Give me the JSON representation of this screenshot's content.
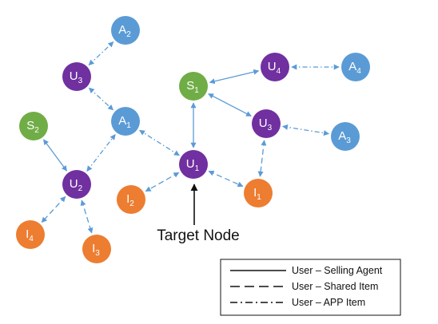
{
  "colors": {
    "user": "#7030a0",
    "agent": "#70ad47",
    "item": "#ed7d31",
    "app": "#5b9bd5",
    "edge": "#5b9bd5"
  },
  "nodes": [
    {
      "id": "A2a",
      "type": "app",
      "letter": "A",
      "sub": "2"
    },
    {
      "id": "U3a",
      "type": "user",
      "letter": "U",
      "sub": "3"
    },
    {
      "id": "A1",
      "type": "app",
      "letter": "A",
      "sub": "1"
    },
    {
      "id": "S2",
      "type": "agent",
      "letter": "S",
      "sub": "2"
    },
    {
      "id": "U2",
      "type": "user",
      "letter": "U",
      "sub": "2"
    },
    {
      "id": "I4",
      "type": "item",
      "letter": "I",
      "sub": "4"
    },
    {
      "id": "I3",
      "type": "item",
      "letter": "I",
      "sub": "3"
    },
    {
      "id": "I2",
      "type": "item",
      "letter": "I",
      "sub": "2"
    },
    {
      "id": "U1",
      "type": "user",
      "letter": "U",
      "sub": "1"
    },
    {
      "id": "I1",
      "type": "item",
      "letter": "I",
      "sub": "1"
    },
    {
      "id": "S1",
      "type": "agent",
      "letter": "S",
      "sub": "1"
    },
    {
      "id": "U4",
      "type": "user",
      "letter": "U",
      "sub": "4"
    },
    {
      "id": "A4",
      "type": "app",
      "letter": "A",
      "sub": "4"
    },
    {
      "id": "U3b",
      "type": "user",
      "letter": "U",
      "sub": "3"
    },
    {
      "id": "A3",
      "type": "app",
      "letter": "A",
      "sub": "3"
    }
  ],
  "edges": [
    {
      "from": "S1",
      "to": "U1",
      "style": "solid"
    },
    {
      "from": "S1",
      "to": "U4",
      "style": "solid"
    },
    {
      "from": "S1",
      "to": "U3b",
      "style": "solid"
    },
    {
      "from": "S2",
      "to": "U2",
      "style": "solid"
    },
    {
      "from": "U1",
      "to": "I1",
      "style": "dashed"
    },
    {
      "from": "U1",
      "to": "I2",
      "style": "dashed"
    },
    {
      "from": "U3b",
      "to": "I1",
      "style": "dashed"
    },
    {
      "from": "U2",
      "to": "I4",
      "style": "dashed"
    },
    {
      "from": "U2",
      "to": "I3",
      "style": "dashed"
    },
    {
      "from": "U1",
      "to": "A1",
      "style": "dashdot"
    },
    {
      "from": "U2",
      "to": "A1",
      "style": "dashdot"
    },
    {
      "from": "U3a",
      "to": "A2a",
      "style": "dashdot"
    },
    {
      "from": "U3a",
      "to": "A1",
      "style": "dashdot"
    },
    {
      "from": "U4",
      "to": "A4",
      "style": "dashdot"
    },
    {
      "from": "U3b",
      "to": "A3",
      "style": "dashdot"
    }
  ],
  "target": {
    "label": "Target Node",
    "node": "U1"
  },
  "legend": {
    "items": [
      {
        "style": "solid",
        "label": "User – Selling Agent"
      },
      {
        "style": "dashed",
        "label": "User – Shared Item"
      },
      {
        "style": "dashdot",
        "label": "User – APP Item"
      }
    ]
  }
}
